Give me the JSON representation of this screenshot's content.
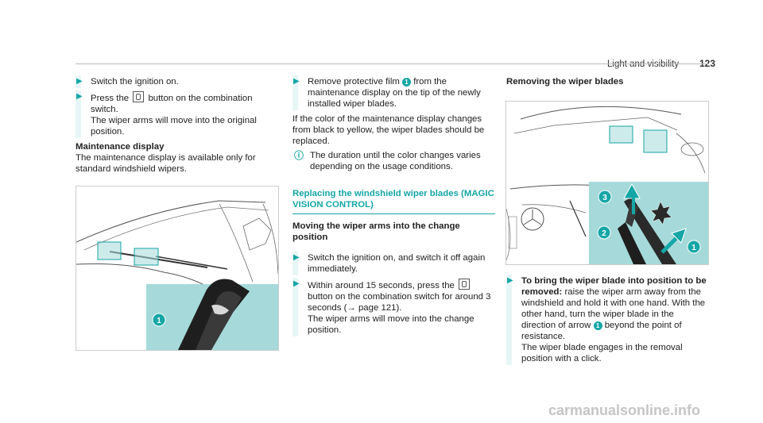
{
  "header": {
    "title": "Light and visibility",
    "page_number": "123"
  },
  "column1": {
    "steps": [
      {
        "text": "Switch the ignition on."
      },
      {
        "text_before": "Press the",
        "text_after": "button on the combination switch.",
        "result": "The wiper arms will move into the original position."
      }
    ],
    "maintenance_heading": "Maintenance display",
    "maintenance_text": "The maintenance display is available only for standard windshield wipers.",
    "figure_callout": "1"
  },
  "column2": {
    "step_remove_before": "Remove protective film",
    "step_remove_callout": "1",
    "step_remove_after": "from the maintenance display on the tip of the newly installed wiper blades.",
    "color_change_text": "If the color of the maintenance display changes from black to yellow, the wiper blades should be replaced.",
    "note_text": "The duration until the color changes varies depending on the usage conditions.",
    "section_title": "Replacing the windshield wiper blades (MAGIC VISION CONTROL)",
    "sub_title": "Moving the wiper arms into the change position",
    "steps": [
      {
        "text": "Switch the ignition on, and switch it off again immediately."
      },
      {
        "text_before": "Within around 15 seconds, press the",
        "text_after": "button on the combination switch for around 3 seconds (→ page 121).",
        "result": "The wiper arms will move into the change position."
      }
    ]
  },
  "column3": {
    "heading": "Removing the wiper blades",
    "callouts": [
      "1",
      "2",
      "3"
    ],
    "step_bold": "To bring the wiper blade into position to be removed:",
    "step_text_before": "raise the wiper arm away from the windshield and hold it with one hand. With the other hand, turn the wiper blade in the direction of arrow",
    "step_callout": "1",
    "step_text_after": "beyond the point of resistance.",
    "result": "The wiper blade engages in the removal position with a click."
  },
  "watermark": "carmanualsonline.info",
  "colors": {
    "accent": "#15a6a6",
    "highlight": "#e6f6f6",
    "teal_panel": "#a6dada"
  }
}
